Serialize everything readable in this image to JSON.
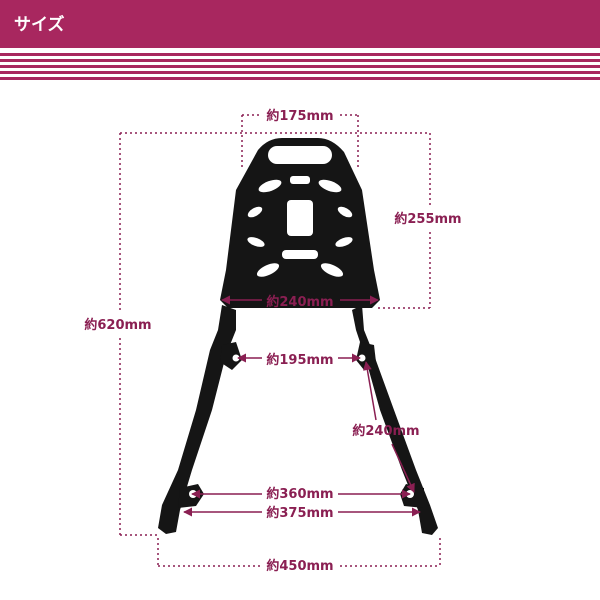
{
  "header": {
    "title": "サイズ"
  },
  "dimensions": {
    "top_width": "約175mm",
    "upper_height": "約255mm",
    "total_height": "約620mm",
    "platform_width": "約240mm",
    "mount_width": "約195mm",
    "side_length": "約240mm",
    "lower_width_inner": "約360mm",
    "lower_width_outer": "約375mm",
    "base_width": "約450mm"
  },
  "colors": {
    "accent": "#a8275f",
    "dimension": "#8a1f52",
    "rack": "#111111"
  }
}
